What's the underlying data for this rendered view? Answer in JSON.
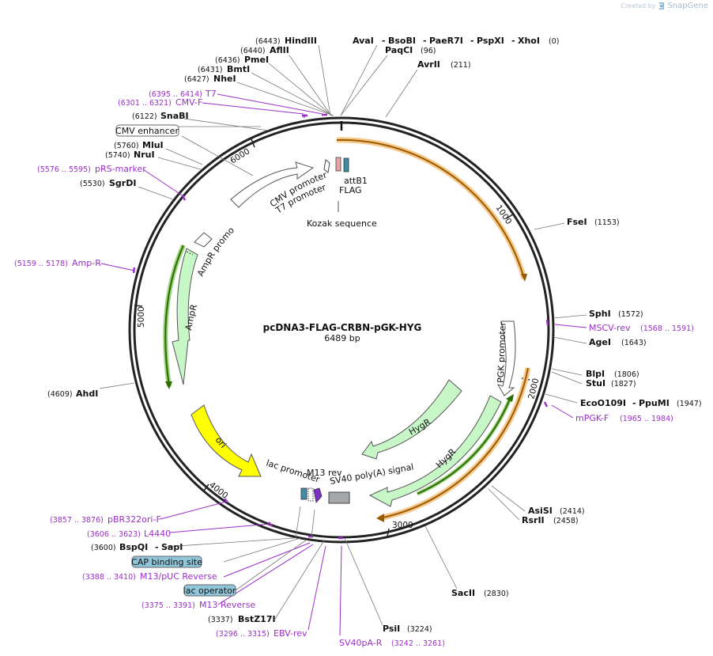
{
  "watermark": {
    "prefix": "Created by",
    "brand": "SnapGene"
  },
  "plasmid": {
    "name": "pcDNA3-FLAG-CRBN-pGK-HYG",
    "size_label": "6489 bp",
    "length": 6489
  },
  "colors": {
    "primer": "#9b2fc8",
    "ring": "#222222",
    "feature_green": "#c7f7c7",
    "ori": "#ffff00",
    "orf": "#e7a23a",
    "orf_line": "#9c5a00",
    "feature_box_blue": "#8fc6da"
  },
  "ticks": [
    "1000",
    "2000",
    "3000",
    "4000",
    "5000",
    "6000"
  ],
  "enzyme_labels": [
    {
      "name": "HindIII",
      "pos": "(6443)"
    },
    {
      "name": "AflII",
      "pos": "(6440)"
    },
    {
      "name": "PmeI",
      "pos": "(6436)"
    },
    {
      "name": "BmtI",
      "pos": "(6431)"
    },
    {
      "name": "NheI",
      "pos": "(6427)"
    },
    {
      "name": "SnaBI",
      "pos": "(6122)"
    },
    {
      "name": "MluI",
      "pos": "(5760)"
    },
    {
      "name": "NruI",
      "pos": "(5740)"
    },
    {
      "name": "SgrDI",
      "pos": "(5530)"
    },
    {
      "name": "AhdI",
      "pos": "(4609)"
    },
    {
      "name": "FseI",
      "pos": "(1153)"
    },
    {
      "name": "SphI",
      "pos": "(1572)"
    },
    {
      "name": "AgeI",
      "pos": "(1643)"
    },
    {
      "name": "BlpI",
      "pos": "(1806)"
    },
    {
      "name": "StuI",
      "pos": "(1827)"
    },
    {
      "name": "AsiSI",
      "pos": "(2414)"
    },
    {
      "name": "RsrII",
      "pos": "(2458)"
    },
    {
      "name": "SacII",
      "pos": "(2830)"
    },
    {
      "name": "PsiI",
      "pos": "(3224)"
    },
    {
      "name": "BstZ17I",
      "pos": "(3337)"
    },
    {
      "name": "AvrII",
      "pos": "(211)"
    },
    {
      "name": "PaqCI",
      "pos": "(96)"
    }
  ],
  "top_row": {
    "ava": "AvaI",
    "bso": "BsoBI",
    "pae": "PaeR7I",
    "psp": "PspXI",
    "xho": "XhoI",
    "pos": "(0)"
  },
  "eco_row": {
    "eco": "EcoO109I",
    "ppu": "PpuMI",
    "pos": "(1947)"
  },
  "bsp_row": {
    "bsp": "BspQI",
    "sap": "SapI",
    "pos": "(3600)"
  },
  "primers": [
    {
      "name": "T7",
      "pos": "(6395 .. 6414)"
    },
    {
      "name": "CMV-F",
      "pos": "(6301 .. 6321)"
    },
    {
      "name": "pRS-marker",
      "pos": "(5576 .. 5595)"
    },
    {
      "name": "Amp-R",
      "pos": "(5159 .. 5178)"
    },
    {
      "name": "MSCV-rev",
      "pos": "(1568 .. 1591)"
    },
    {
      "name": "mPGK-F",
      "pos": "(1965 .. 1984)"
    },
    {
      "name": "pBR322ori-F",
      "pos": "(3857 .. 3876)"
    },
    {
      "name": "L4440",
      "pos": "(3606 .. 3623)"
    },
    {
      "name": "M13/pUC Reverse",
      "pos": "(3388 .. 3410)"
    },
    {
      "name": "M13 Reverse",
      "pos": "(3375 .. 3391)"
    },
    {
      "name": "EBV-rev",
      "pos": "(3296 .. 3315)"
    },
    {
      "name": "SV40pA-R",
      "pos": "(3242 .. 3261)"
    }
  ],
  "feature_boxes": {
    "cmv_enhancer": "CMV enhancer",
    "cap_site": "CAP binding site",
    "lac_operator": "lac operator"
  },
  "features": {
    "cmv_promoter": "CMV promoter",
    "t7_promoter": "T7 promoter",
    "attb1": "attB1",
    "flag": "FLAG",
    "kozak": "Kozak sequence",
    "ampr_promoter": "AmpR promoter",
    "ampr": "AmpR",
    "ori": "ori",
    "lac_promoter": "lac promoter",
    "m13_rev": "M13 rev",
    "sv40_polya": "SV40 poly(A) signal",
    "pgk_promoter": "PGK promoter",
    "hygr1": "HygR",
    "hygr2": "HygR"
  }
}
